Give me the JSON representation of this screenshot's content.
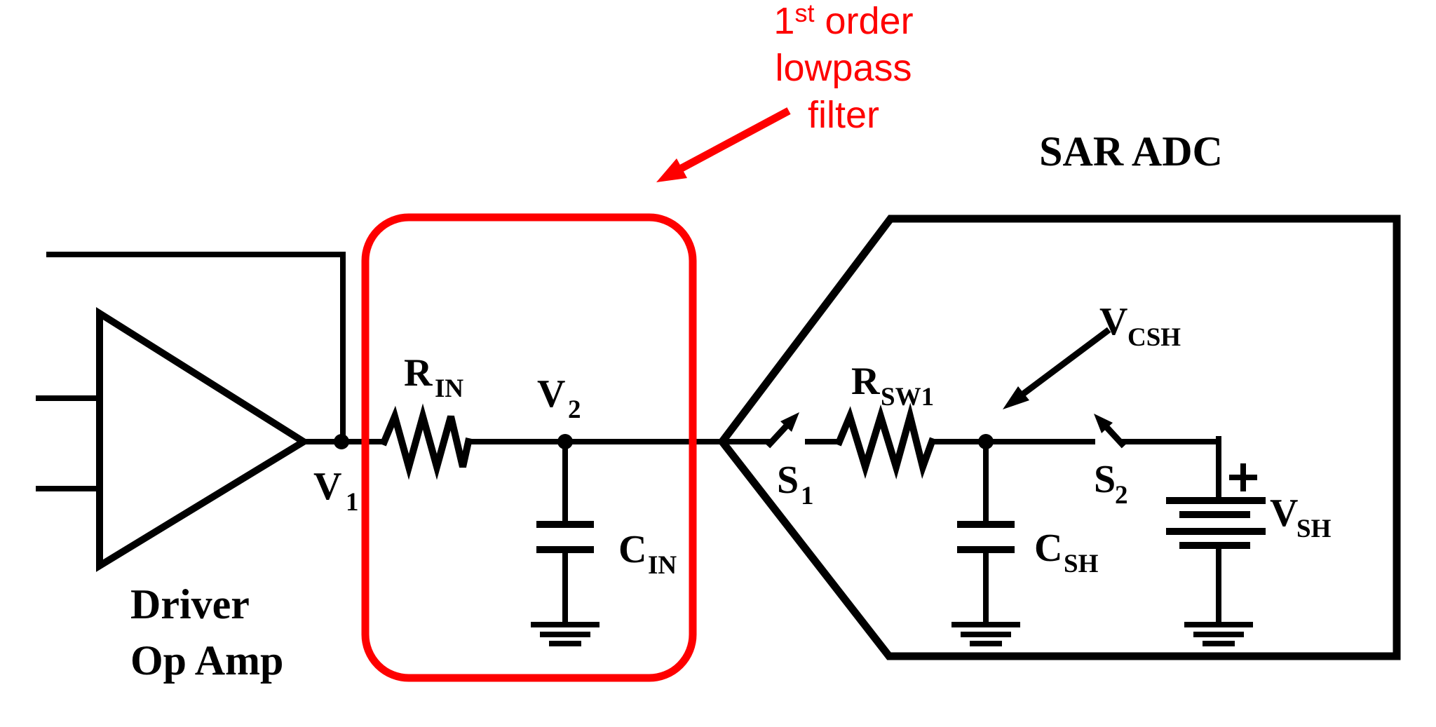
{
  "colors": {
    "ink": "#000000",
    "accent_red": "#fe0000",
    "background": "#ffffff"
  },
  "driver_op_amp": {
    "caption_line1": "Driver",
    "caption_line2": "Op Amp",
    "output_node_label": {
      "main": "V",
      "sub": "1"
    }
  },
  "lowpass_filter": {
    "annotation": {
      "line1_num": "1",
      "line1_sup": "st",
      "line1_rest": " order",
      "line2": "lowpass",
      "line3": "filter"
    },
    "resistor_label": {
      "main": "R",
      "sub": "IN"
    },
    "node_label": {
      "main": "V",
      "sub": "2"
    },
    "capacitor_label": {
      "main": "C",
      "sub": "IN"
    }
  },
  "sar_adc": {
    "title": "SAR ADC",
    "switch1_label": {
      "main": "S",
      "sub": "1"
    },
    "resistor_label": {
      "main": "R",
      "sub": "SW1"
    },
    "cap_voltage_label": {
      "main": "V",
      "sub": "CSH"
    },
    "capacitor_label": {
      "main": "C",
      "sub": "SH"
    },
    "switch2_label": {
      "main": "S",
      "sub": "2"
    },
    "source_label": {
      "main": "V",
      "sub": "SH"
    },
    "source_polarity": "+"
  }
}
